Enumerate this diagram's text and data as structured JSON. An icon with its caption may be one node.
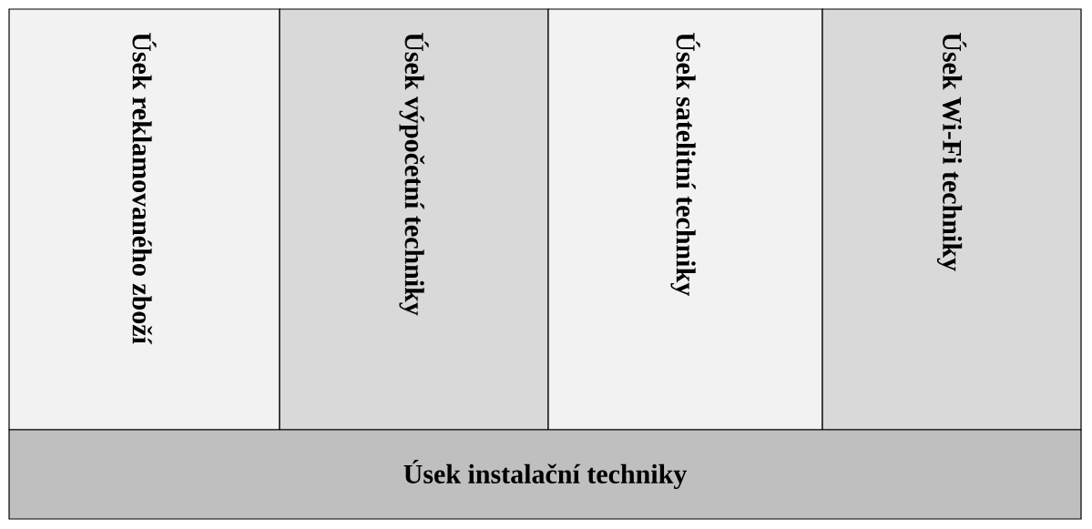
{
  "diagram": {
    "nodes": [
      {
        "text": [
          "Úsek reklamovaného zboží"
        ]
      },
      {
        "text": [
          "Úsek výpočetní techniky"
        ]
      },
      {
        "text": [
          "Úsek satelitní techniky"
        ]
      },
      {
        "text": [
          "Úsek Wi-Fi techniky"
        ]
      },
      {
        "text": [
          "Úsek instalační techniky"
        ]
      }
    ]
  }
}
